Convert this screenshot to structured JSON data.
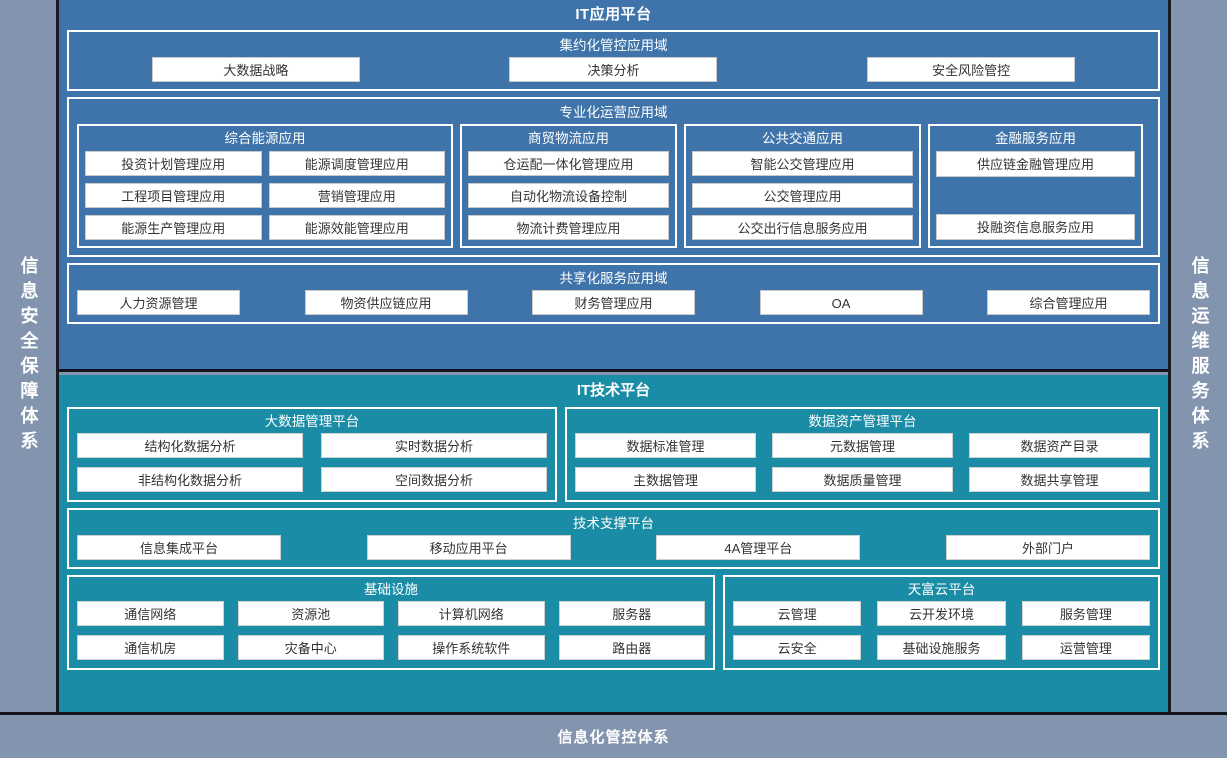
{
  "sidebars": {
    "left": {
      "label": "信息安全保障体系"
    },
    "right": {
      "label": "信息运维服务体系"
    }
  },
  "bottom_banner": {
    "label": "信息化管控体系"
  },
  "application_platform": {
    "title": "IT应用平台",
    "domains": [
      {
        "title": "集约化管控应用域",
        "items": [
          "大数据战略",
          "决策分析",
          "安全风险管控"
        ]
      },
      {
        "title": "专业化运营应用域",
        "columns": [
          {
            "title": "综合能源应用",
            "items": [
              "投资计划管理应用",
              "能源调度管理应用",
              "工程项目管理应用",
              "营销管理应用",
              "能源生产管理应用",
              "能源效能管理应用"
            ]
          },
          {
            "title": "商贸物流应用",
            "items": [
              "仓运配一体化管理应用",
              "自动化物流设备控制",
              "物流计费管理应用"
            ]
          },
          {
            "title": "公共交通应用",
            "items": [
              "智能公交管理应用",
              "公交管理应用",
              "公交出行信息服务应用"
            ]
          },
          {
            "title": "金融服务应用",
            "items": [
              "供应链金融管理应用",
              "",
              "投融资信息服务应用"
            ]
          }
        ]
      },
      {
        "title": "共享化服务应用域",
        "items": [
          "人力资源管理",
          "物资供应链应用",
          "财务管理应用",
          "OA",
          "综合管理应用"
        ]
      }
    ]
  },
  "technology_platform": {
    "title": "IT技术平台",
    "groups": {
      "big_data": {
        "title": "大数据管理平台",
        "items": [
          "结构化数据分析",
          "实时数据分析",
          "非结构化数据分析",
          "空间数据分析"
        ]
      },
      "data_asset": {
        "title": "数据资产管理平台",
        "items": [
          "数据标准管理",
          "元数据管理",
          "数据资产目录",
          "主数据管理",
          "数据质量管理",
          "数据共享管理"
        ]
      },
      "tech_support": {
        "title": "技术支撑平台",
        "items": [
          "信息集成平台",
          "移动应用平台",
          "4A管理平台",
          "外部门户"
        ]
      },
      "infrastructure": {
        "title": "基础设施",
        "items": [
          "通信网络",
          "资源池",
          "计算机网络",
          "服务器",
          "通信机房",
          "灾备中心",
          "操作系统软件",
          "路由器"
        ]
      },
      "cloud": {
        "title": "天富云平台",
        "items": [
          "云管理",
          "云开发环境",
          "服务管理",
          "云安全",
          "基础设施服务",
          "运营管理"
        ]
      }
    }
  },
  "colors": {
    "application_blue": "#3f74aa",
    "technology_teal": "#1b8ca5",
    "sidebar_slate": "#8294ae",
    "border_dark": "#14141c",
    "pill_white": "#ffffff"
  }
}
